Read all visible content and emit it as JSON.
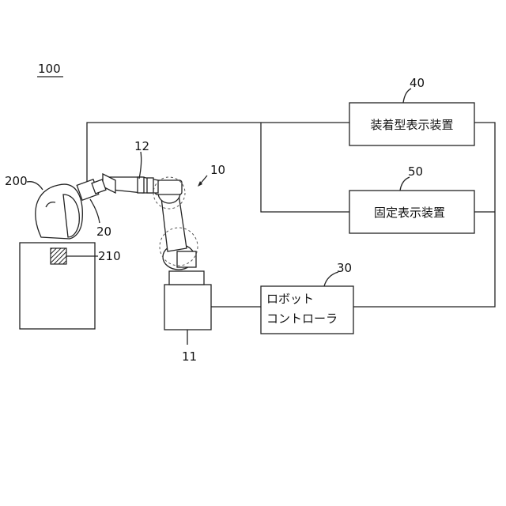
{
  "figure_label": "100",
  "robot": {
    "ref": "10",
    "arm_ref": "12",
    "base_ref": "11"
  },
  "camera_ref": "20",
  "user": {
    "ref": "200",
    "marker_ref": "210"
  },
  "boxes": {
    "worn_display": {
      "ref": "40",
      "label": "装着型表示装置"
    },
    "fixed_display": {
      "ref": "50",
      "label": "固定表示装置"
    },
    "controller": {
      "ref": "30",
      "line1": "ロボット",
      "line2": "コントローラ"
    }
  }
}
